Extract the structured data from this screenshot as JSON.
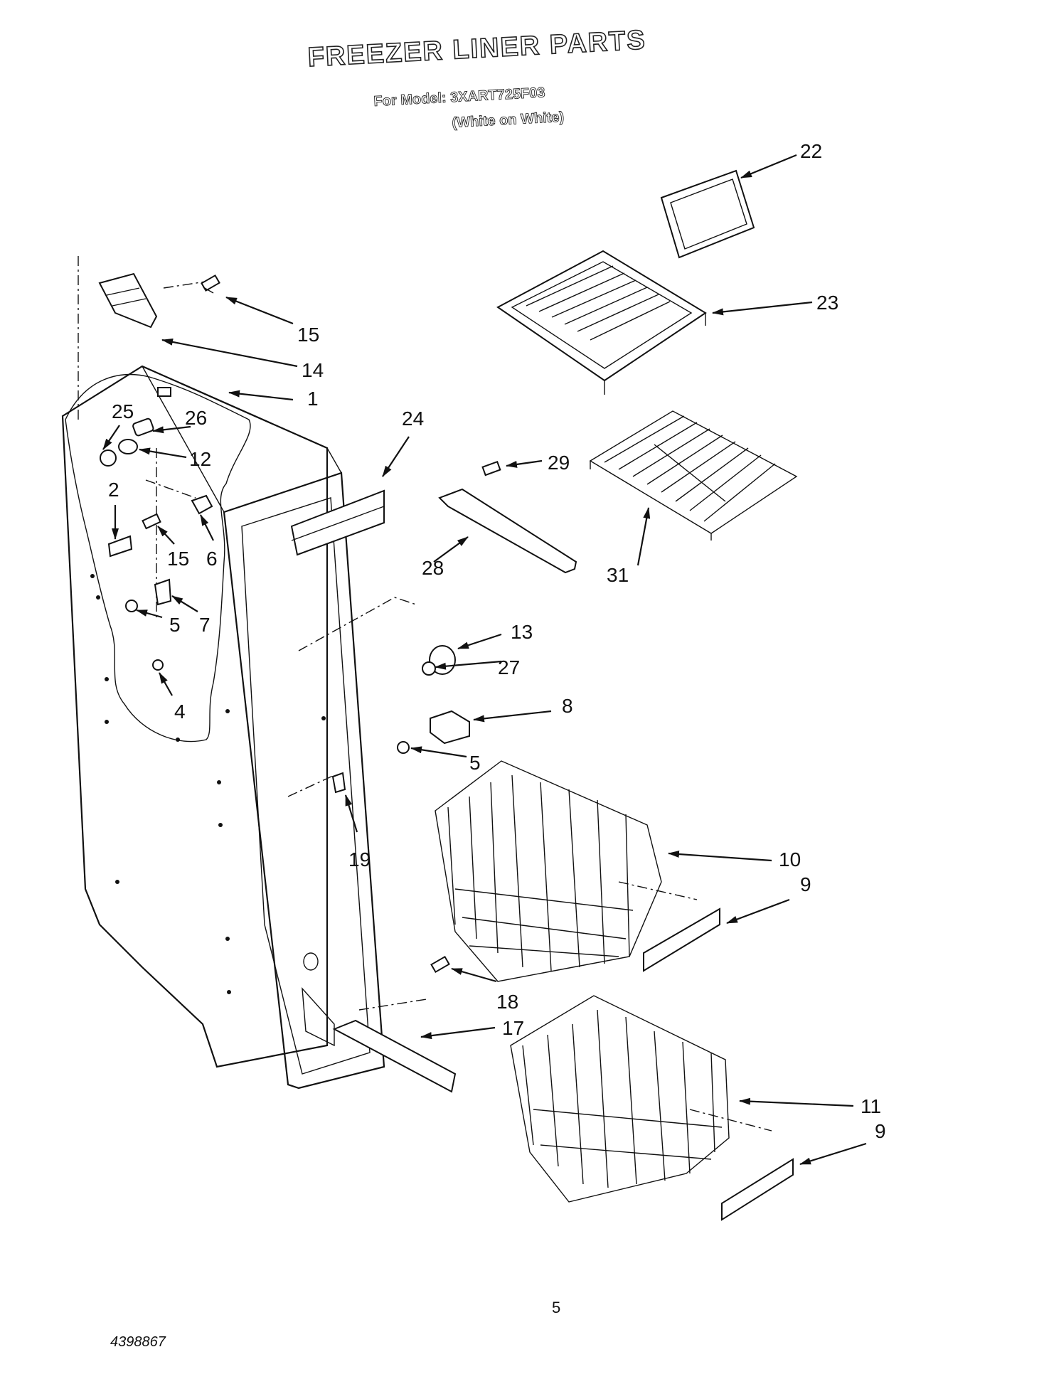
{
  "header": {
    "title": "FREEZER LINER PARTS",
    "model_line": "For Model: 3XART725F03",
    "variant_line": "(White on White)"
  },
  "callouts": {
    "c22": "22",
    "c23": "23",
    "c15a": "15",
    "c14": "14",
    "c1": "1",
    "c24": "24",
    "c25": "25",
    "c26": "26",
    "c12": "12",
    "c29": "29",
    "c2": "2",
    "c15b": "15",
    "c6": "6",
    "c28": "28",
    "c31": "31",
    "c7": "7",
    "c5a": "5",
    "c13": "13",
    "c27": "27",
    "c4": "4",
    "c8": "8",
    "c5b": "5",
    "c19": "19",
    "c10": "10",
    "c9a": "9",
    "c18": "18",
    "c17": "17",
    "c11": "11",
    "c9b": "9"
  },
  "footer": {
    "page_number": "5",
    "document_number": "4398867"
  }
}
